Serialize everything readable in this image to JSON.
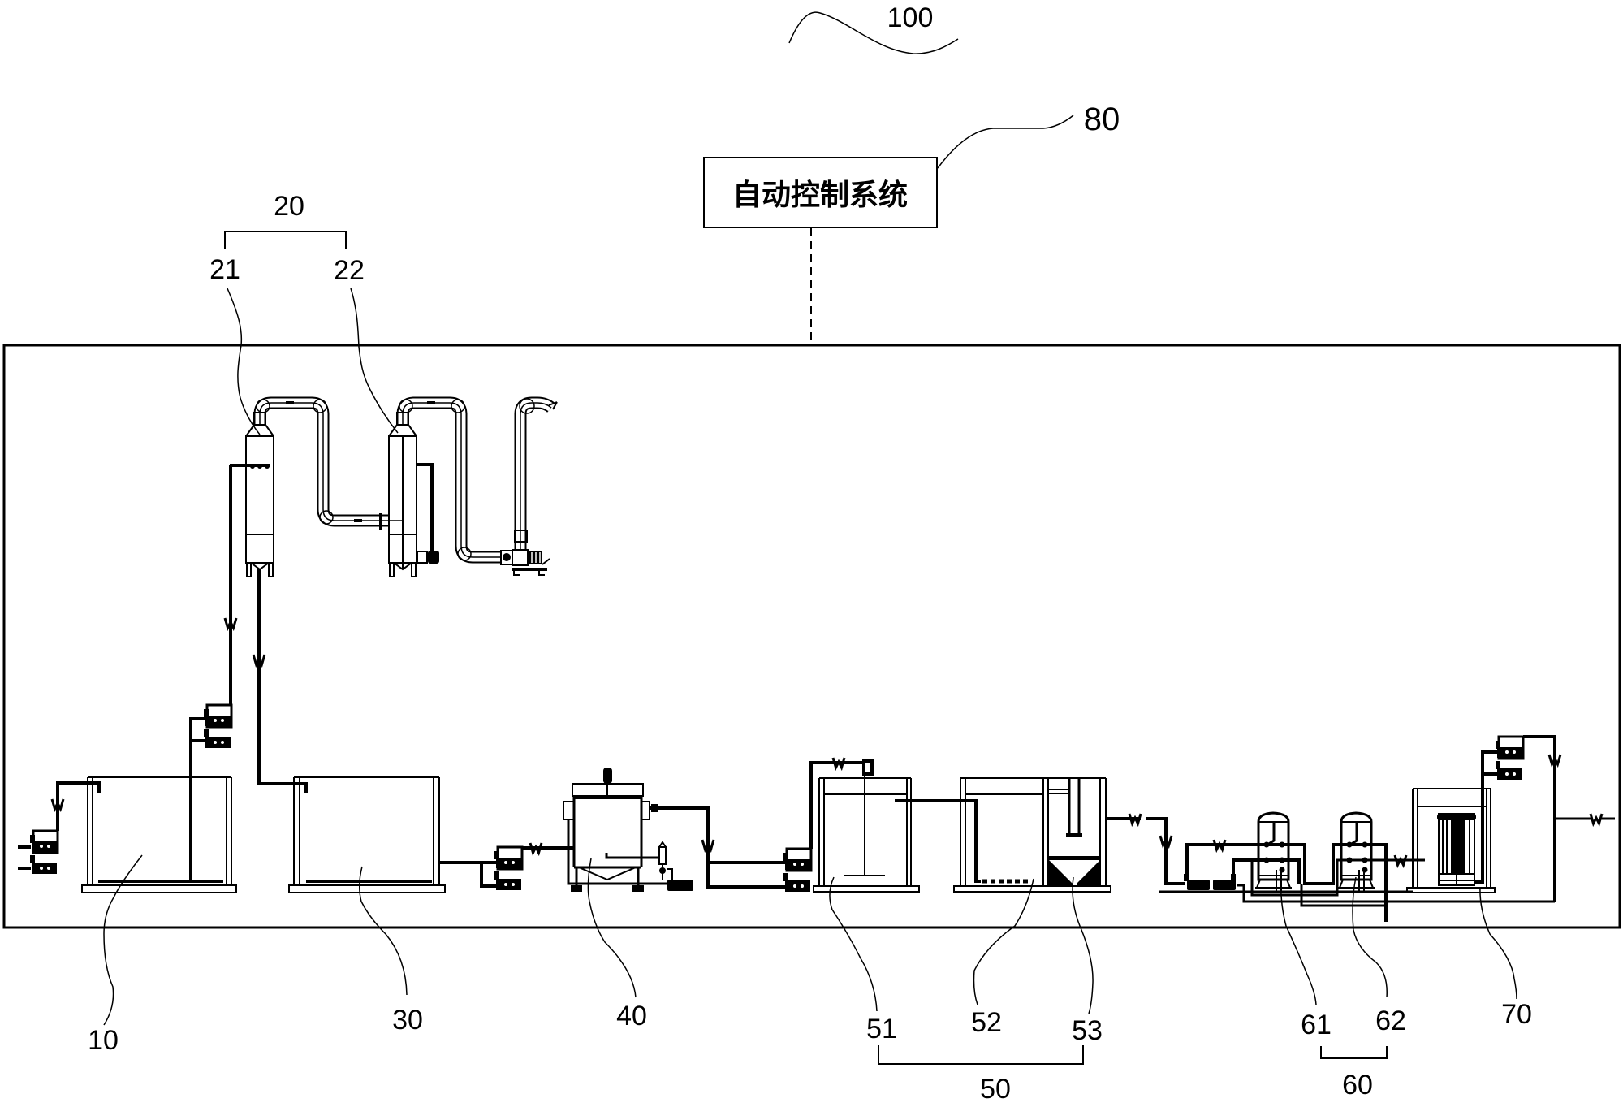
{
  "figure_ref": "100",
  "control_system": {
    "label": "自动控制系统",
    "ref": "80"
  },
  "refs": {
    "r10": "10",
    "r20": "20",
    "r21": "21",
    "r22": "22",
    "r30": "30",
    "r40": "40",
    "r50": "50",
    "r51": "51",
    "r52": "52",
    "r53": "53",
    "r60": "60",
    "r61": "61",
    "r62": "62",
    "r70": "70"
  },
  "icons": {
    "flow_arrow": "w-flow-arrow-icon",
    "pump": "pump-set-icon",
    "fan": "fan-icon",
    "agitator": "agitator-icon",
    "membrane": "membrane-module-icon"
  },
  "colors": {
    "line": "#000000",
    "background": "#ffffff"
  }
}
